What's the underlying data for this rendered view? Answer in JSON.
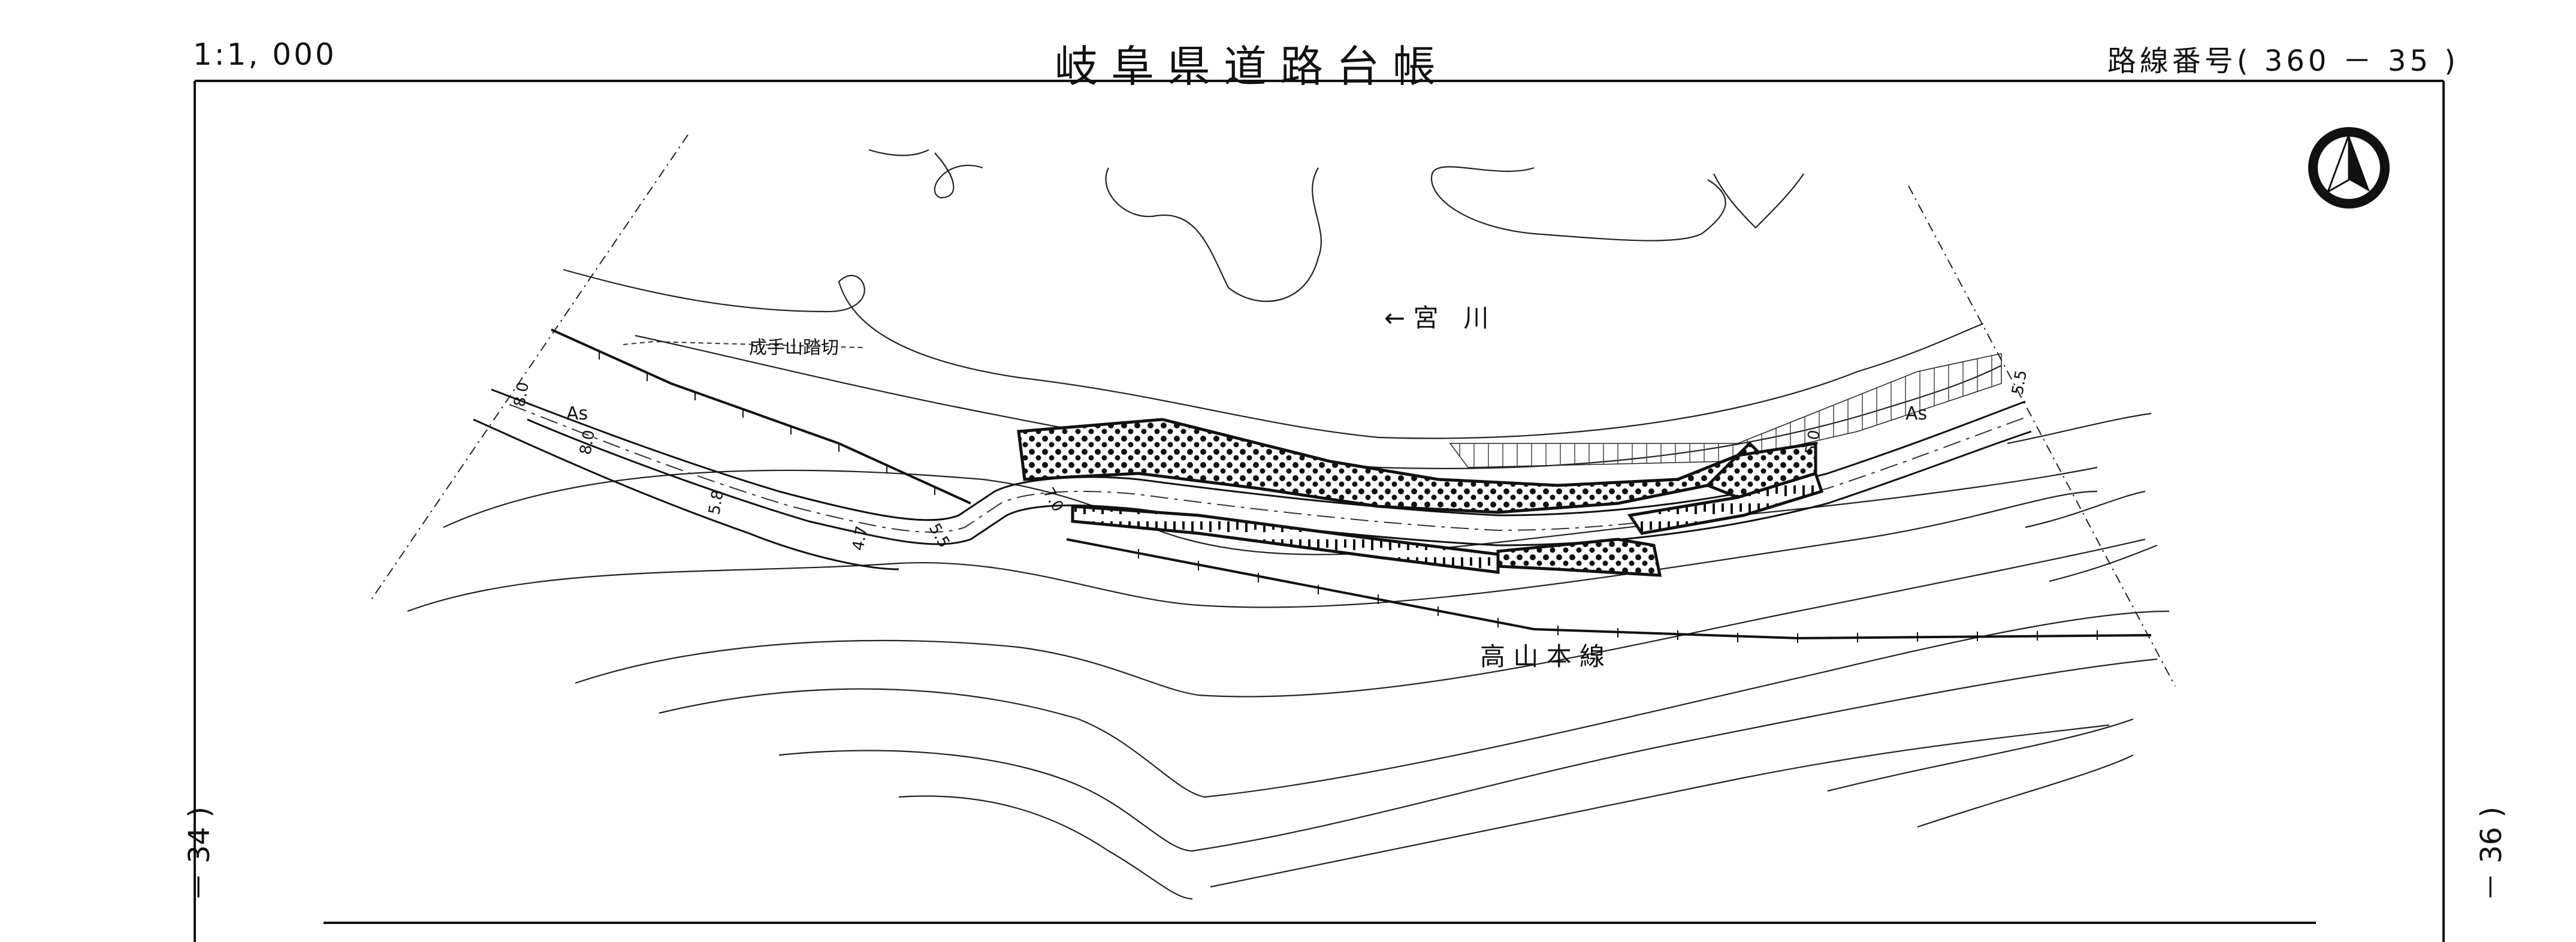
{
  "header": {
    "scale": "1:1, 000",
    "title": "岐阜県道路台帳",
    "route_number": "路線番号( 360 － 35 )"
  },
  "page_refs": {
    "left": "－ 34 )",
    "right": "－ 36 )"
  },
  "map": {
    "north_arrow": "north-arrow-icon",
    "labels": {
      "river": "← 宮　川",
      "rail": "高 山 本 線",
      "crossing": "成手山踏切",
      "surface_left": "As",
      "surface_right": "As"
    },
    "widths": {
      "w1": "8.0",
      "w2": "8.0",
      "w3": "5.8",
      "w4": "4.7",
      "w5": "5.5",
      "w6": "7.0",
      "w7": "5.0",
      "w8": "5.5"
    }
  }
}
